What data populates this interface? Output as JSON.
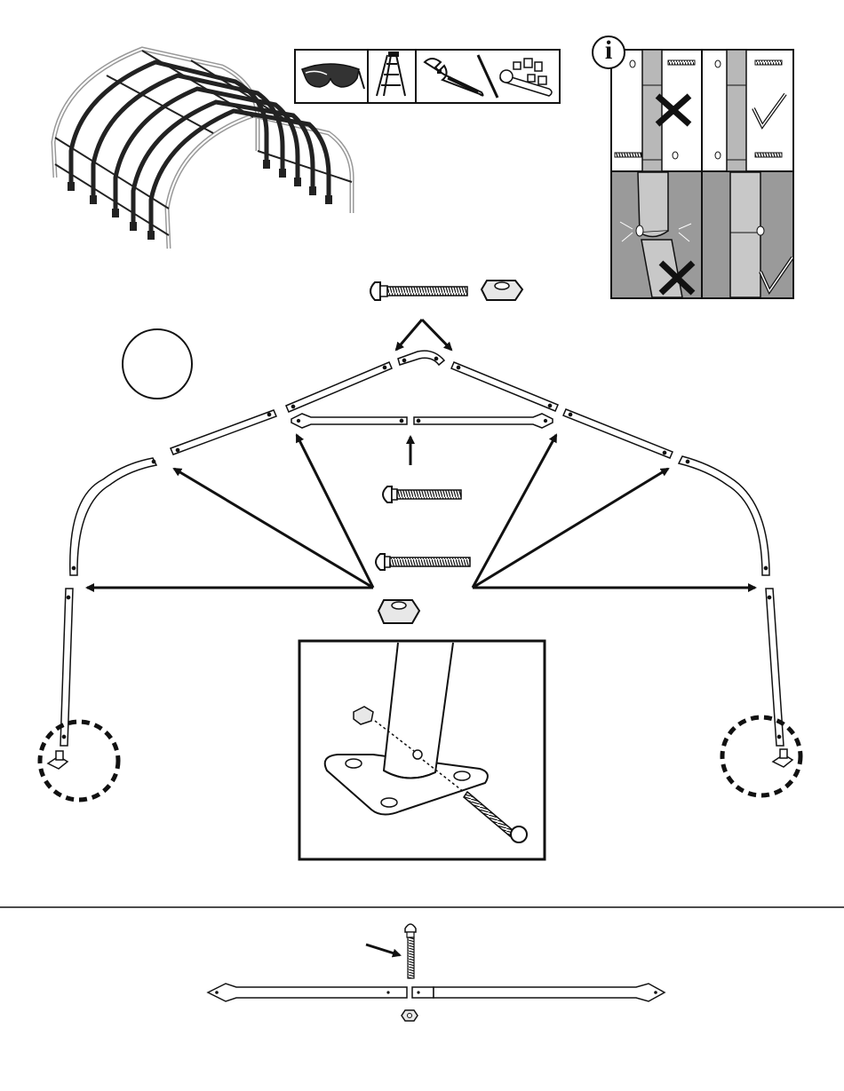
{
  "info_badge": {
    "icon": "info-icon",
    "letter": "i"
  },
  "tools": {
    "items": [
      {
        "name": "safety-glasses-icon"
      },
      {
        "name": "step-ladder-icon"
      },
      {
        "name": "adjustable-wrench-icon"
      },
      {
        "name": "socket-wrench-set-icon"
      }
    ],
    "divider": "or-slash"
  },
  "bolt_checks": [
    {
      "result": "incorrect",
      "mark": "cross-icon"
    },
    {
      "result": "correct",
      "mark": "check-icon"
    },
    {
      "result": "incorrect",
      "mark": "cross-icon"
    },
    {
      "result": "correct",
      "mark": "check-icon"
    }
  ],
  "hardware": {
    "top_bolt": "carriage-bolt-icon",
    "top_nut": "hex-nut-icon",
    "short_bolt": "carriage-bolt-icon",
    "long_bolt": "carriage-bolt-icon",
    "center_nut": "hex-nut-icon"
  },
  "step_circle": {
    "label": ""
  },
  "colors": {
    "line": "#111111",
    "shade": "#9a9a9a",
    "light_shade": "#c8c8c8",
    "background": "#ffffff"
  }
}
